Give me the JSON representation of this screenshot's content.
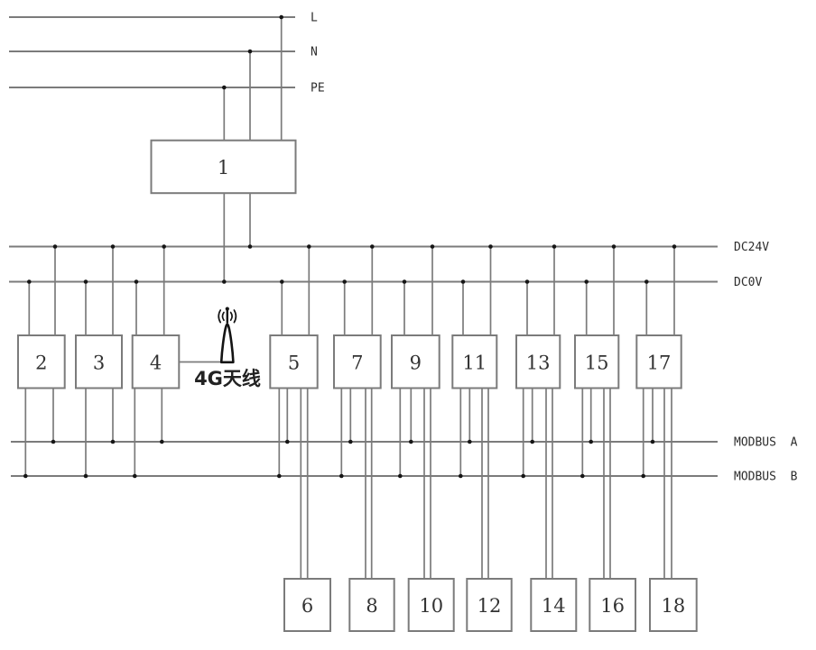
{
  "diagram": {
    "kind": "electrical-wiring-schematic",
    "background": "#ffffff"
  },
  "colors": {
    "line": "#7b7b7b",
    "box_border": "#7b7b7b",
    "box_fill": "#ffffff",
    "label_text": "#2d2d2d",
    "number_text": "#333333",
    "junction_dot": "#161616",
    "antenna": "#141414"
  },
  "power_lines": {
    "labels": [
      "L",
      "N",
      "PE"
    ]
  },
  "buses": {
    "labels": [
      "DC24V",
      "DC0V",
      "MODBUS  A",
      "MODBUS  B"
    ]
  },
  "boxes": {
    "main": "1",
    "middle_row": [
      "2",
      "3",
      "4",
      "5",
      "7",
      "9",
      "11",
      "13",
      "15",
      "17"
    ],
    "bottom_row": [
      "6",
      "8",
      "10",
      "12",
      "14",
      "16",
      "18"
    ]
  },
  "antenna": {
    "label": "4G天线",
    "icon": "antenna-icon"
  }
}
